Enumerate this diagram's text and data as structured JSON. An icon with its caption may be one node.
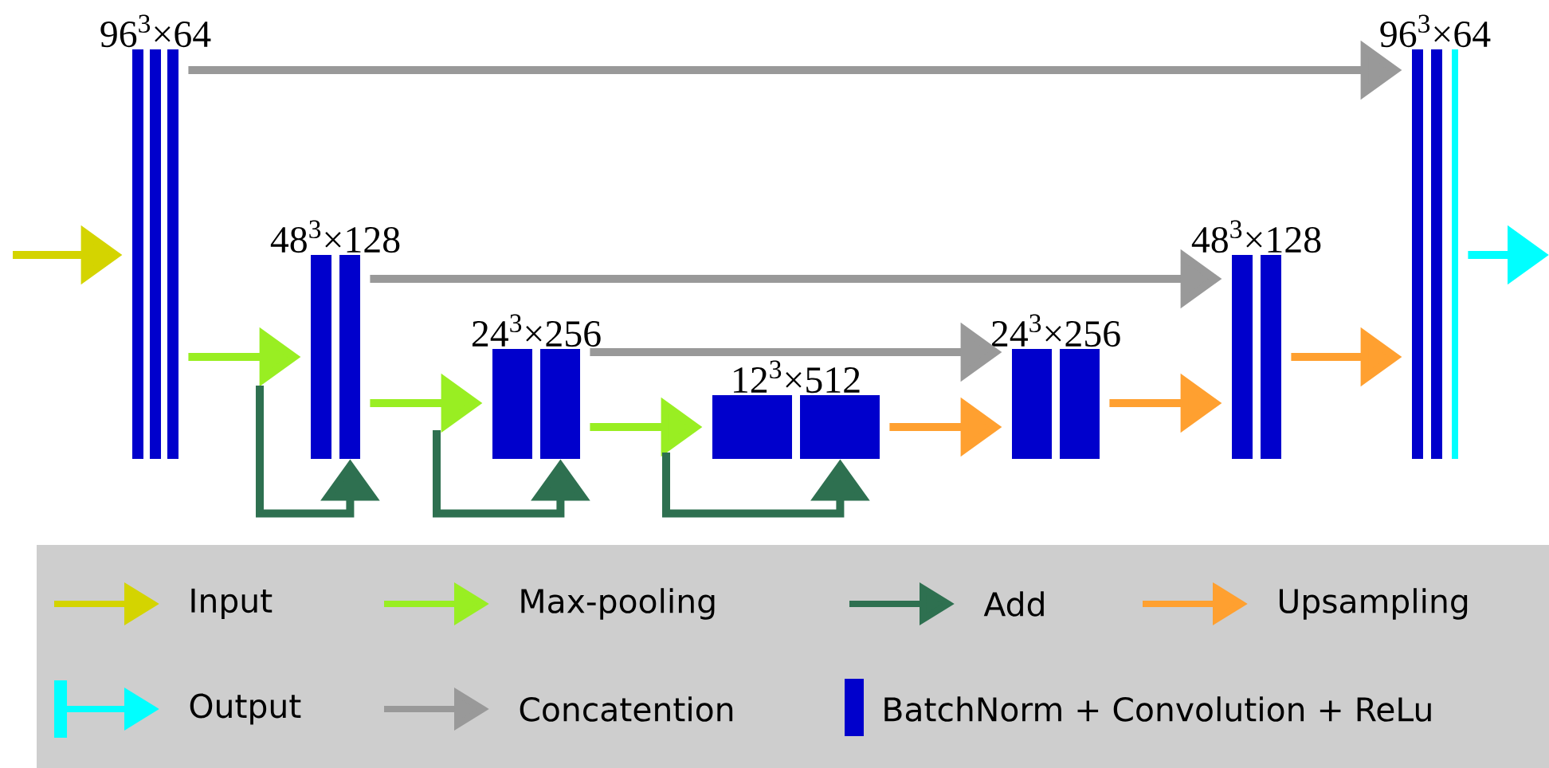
{
  "diagram": {
    "nodes": [
      {
        "text": [
          "96$^{3}$×64"
        ]
      },
      {
        "text": [
          "48$^{3}$×128"
        ]
      },
      {
        "text": [
          "24$^{3}$×256"
        ]
      },
      {
        "text": [
          "12$^{3}$×512"
        ]
      },
      {
        "text": [
          "24$^{3}$×256"
        ]
      },
      {
        "text": [
          "48$^{3}$×128"
        ]
      },
      {
        "text": [
          "96$^{3}$×64"
        ]
      }
    ],
    "edges": [
      {
        "from": null,
        "to": 0,
        "arrow": "to",
        "color": "#d4d400"
      },
      {
        "from": 0,
        "to": 1,
        "arrow": "to",
        "color": "#99ee22"
      },
      {
        "from": 1,
        "to": 2,
        "arrow": "to",
        "color": "#99ee22"
      },
      {
        "from": 2,
        "to": 3,
        "arrow": "to",
        "color": "#99ee22"
      },
      {
        "from": null,
        "to": 1,
        "arrow": "to",
        "color": "#2e7050"
      },
      {
        "from": null,
        "to": 2,
        "arrow": "to",
        "color": "#2e7050"
      },
      {
        "from": null,
        "to": 3,
        "arrow": "to",
        "color": "#2e7050"
      },
      {
        "from": 0,
        "to": 6,
        "arrow": "to",
        "color": "#999999"
      },
      {
        "from": 1,
        "to": 5,
        "arrow": "to",
        "color": "#999999"
      },
      {
        "from": 2,
        "to": 4,
        "arrow": "to",
        "color": "#999999"
      },
      {
        "from": 3,
        "to": 4,
        "arrow": "to",
        "color": "#ffa030"
      },
      {
        "from": 4,
        "to": 5,
        "arrow": "to",
        "color": "#ffa030"
      },
      {
        "from": 5,
        "to": 6,
        "arrow": "to",
        "color": "#ffa030"
      },
      {
        "from": 6,
        "to": null,
        "arrow": "to",
        "color": "#00ffff"
      }
    ],
    "legend": [
      {
        "text": "Input"
      },
      {
        "text": "Max-pooling"
      },
      {
        "text": "Add"
      },
      {
        "text": "Upsampling"
      },
      {
        "text": "Output"
      },
      {
        "text": "Concatention"
      },
      {
        "text": "BatchNorm + Convolution + ReLu",
        "color": "#0000cc"
      }
    ]
  }
}
